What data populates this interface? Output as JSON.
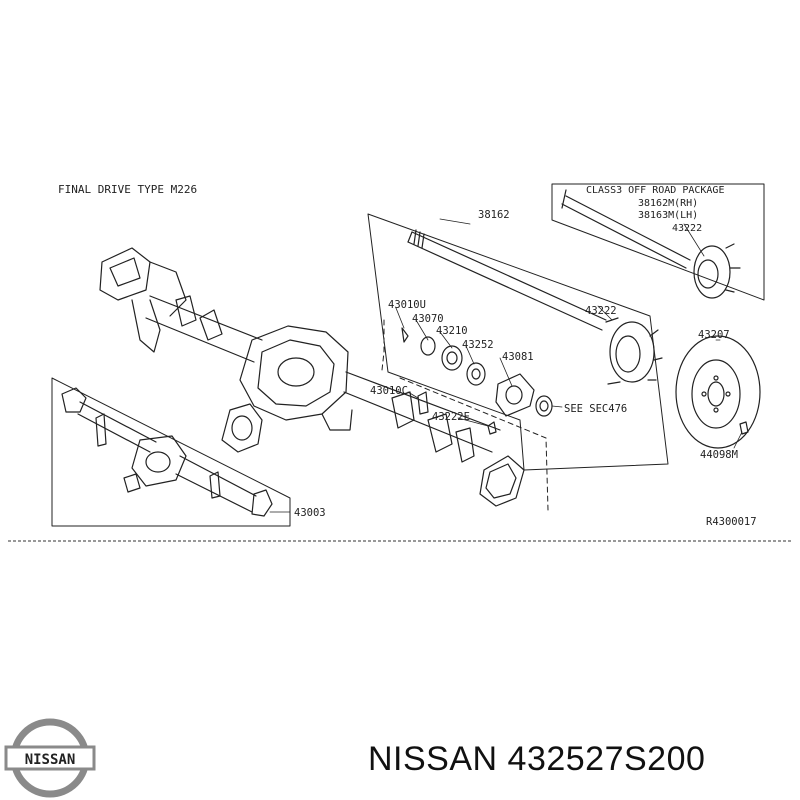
{
  "diagram": {
    "title": "FINAL DRIVE TYPE M226",
    "ref_code": "R4300017",
    "class_note": [
      "CLASS3 OFF ROAD PACKAGE",
      "38162M(RH)",
      "38163M(LH)",
      "43222"
    ],
    "parts": {
      "p38162": "38162",
      "p43222_main": "43222",
      "p43010u": "43010U",
      "p43070": "43070",
      "p43210": "43210",
      "p43252": "43252",
      "p43081": "43081",
      "p43010c": "43010C",
      "p43222e": "43222E",
      "see_sec": "SEE SEC476",
      "p43207": "43207",
      "p44098m": "44098M",
      "p43003": "43003"
    }
  },
  "brand": {
    "logo_text": "NISSAN",
    "part_caption": "NISSAN 432527S200"
  }
}
